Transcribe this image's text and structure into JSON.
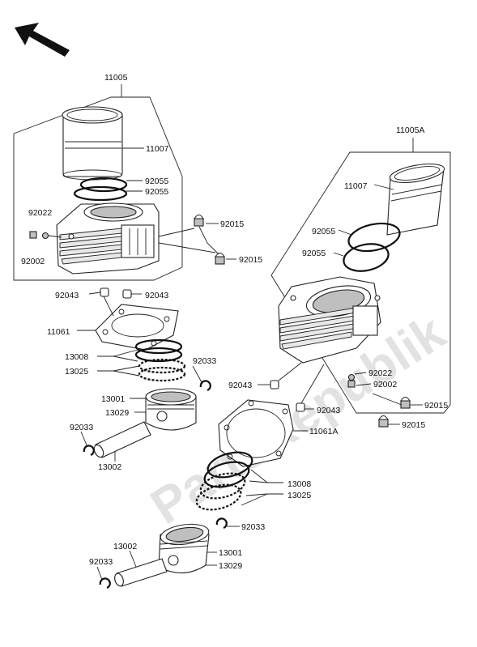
{
  "watermark": "PartsRepublik",
  "labels": {
    "l11005": "11005",
    "l11007a": "11007",
    "l92055a": "92055",
    "l92055b": "92055",
    "l92022a": "92022",
    "l92002a": "92002",
    "l92015a": "92015",
    "l92015b": "92015",
    "l92043a": "92043",
    "l92043b": "92043",
    "l11061": "11061",
    "l13008a": "13008",
    "l13025a": "13025",
    "l92033a": "92033",
    "l13001a": "13001",
    "l13029a": "13029",
    "l92033b": "92033",
    "l13002a": "13002",
    "l11005A": "11005A",
    "l11007b": "11007",
    "l92055c": "92055",
    "l92055d": "92055",
    "l92022b": "92022",
    "l92002b": "92002",
    "l92043c": "92043",
    "l92043d": "92043",
    "l92015c": "92015",
    "l92015d": "92015",
    "l11061A": "11061A",
    "l13008b": "13008",
    "l13025b": "13025",
    "l92033c": "92033",
    "l13002b": "13002",
    "l92033d": "92033",
    "l13001b": "13001",
    "l13029b": "13029"
  }
}
